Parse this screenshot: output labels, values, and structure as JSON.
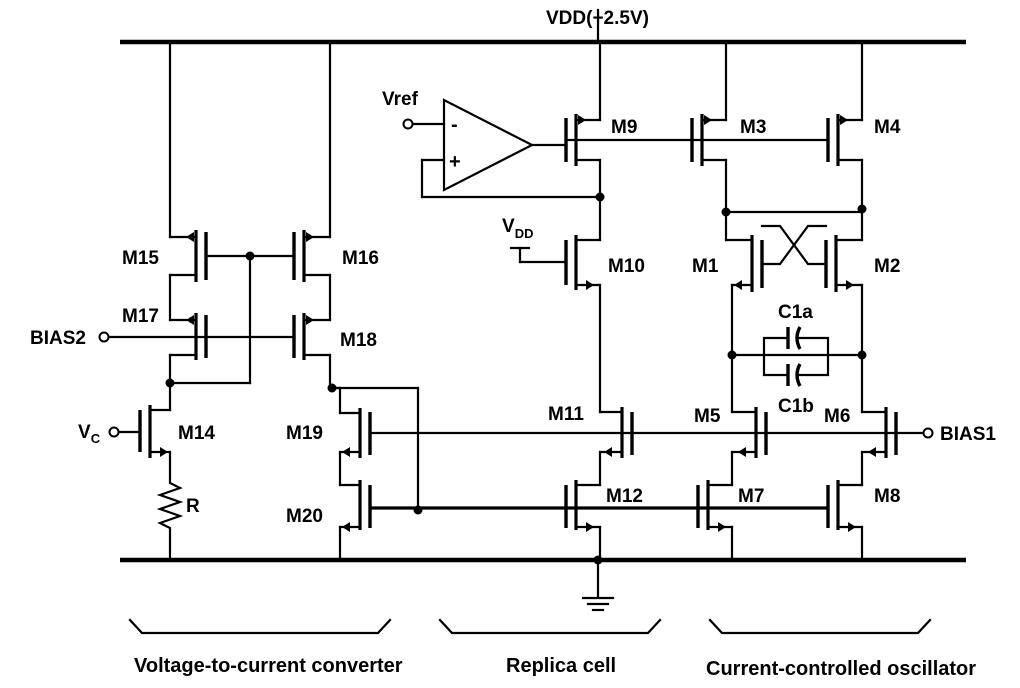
{
  "supply": {
    "vdd_label": "VDD(+2.5V)",
    "vdd_local_main": "V",
    "vdd_local_sub": "DD"
  },
  "pins": {
    "vref": "Vref",
    "bias2": "BIAS2",
    "bias1": "BIAS1",
    "vc_main": "V",
    "vc_sub": "C"
  },
  "opamp": {
    "minus": "-",
    "plus": "+"
  },
  "transistors": {
    "m1": "M1",
    "m2": "M2",
    "m3": "M3",
    "m4": "M4",
    "m5": "M5",
    "m6": "M6",
    "m7": "M7",
    "m8": "M8",
    "m9": "M9",
    "m10": "M10",
    "m11": "M11",
    "m12": "M12",
    "m14": "M14",
    "m15": "M15",
    "m16": "M16",
    "m17": "M17",
    "m18": "M18",
    "m19": "M19",
    "m20": "M20"
  },
  "passives": {
    "resistor": "R",
    "cap_a": "C1a",
    "cap_b": "C1b"
  },
  "sections": {
    "v2i": "Voltage-to-current converter",
    "replica": "Replica cell",
    "cco": "Current-controlled oscillator"
  }
}
